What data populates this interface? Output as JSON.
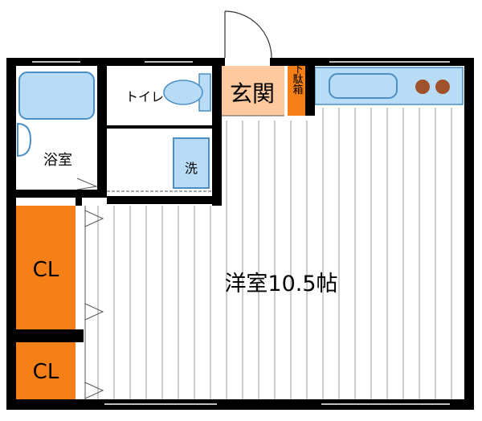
{
  "floorplan": {
    "rooms": {
      "western": "洋室10.5帖",
      "entrance": "玄関",
      "shoe_box": "下駄箱",
      "bath": "浴室",
      "toilet": "トイレ",
      "washer": "洗",
      "closet_upper": "CL",
      "closet_lower": "CL"
    },
    "colors": {
      "wall": "#000000",
      "closet": "#f57f17",
      "entrance": "#ffc9a0",
      "shoe_box": "#f57f17",
      "fixture_fill": "#b8dcf5",
      "fixture_stroke": "#4a8fc7",
      "kitchen_counter": "#b8dcf5",
      "burner": "#a0522d",
      "floor_lines": "#9a9a9a",
      "background": "#ffffff"
    }
  }
}
